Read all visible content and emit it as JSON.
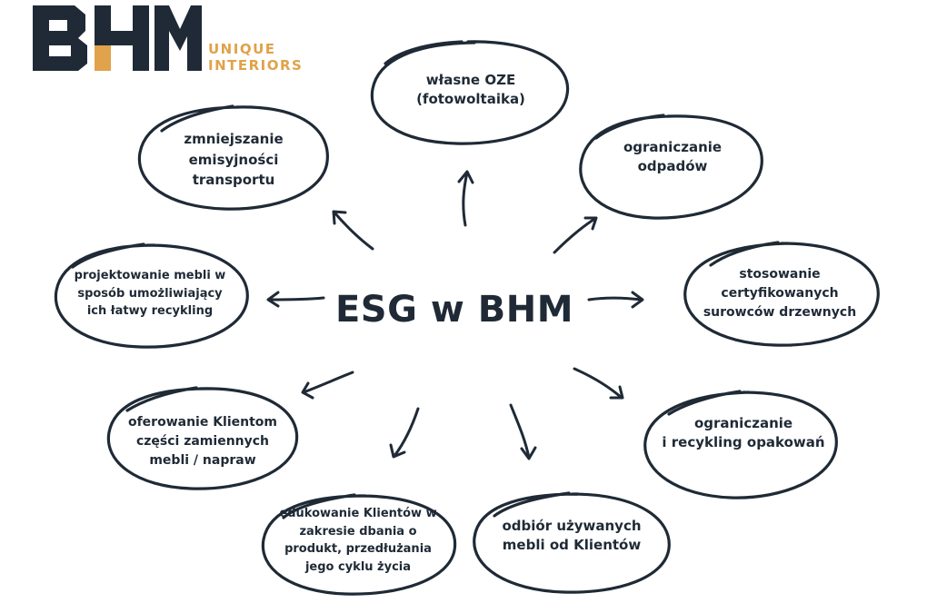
{
  "logo": {
    "letters": "BHM",
    "tagline_line1": "UNIQUE",
    "tagline_line2": "INTERIORS",
    "colors": {
      "dark": "#1f2a36",
      "accent": "#e0a24a"
    }
  },
  "center": {
    "title": "ESG w BHM"
  },
  "nodes": [
    {
      "id": "oze",
      "lines": [
        "własne OZE",
        "(fotowoltaika)"
      ]
    },
    {
      "id": "odpady",
      "lines": [
        "ograniczanie",
        "odpadów"
      ]
    },
    {
      "id": "surowce",
      "lines": [
        "stosowanie",
        "certyfikowanych",
        "surowców drzewnych"
      ]
    },
    {
      "id": "opakowania",
      "lines": [
        "ograniczanie",
        "i recykling opakowań"
      ]
    },
    {
      "id": "odbior",
      "lines": [
        "odbiór używanych",
        "mebli od Klientów"
      ]
    },
    {
      "id": "edukacja",
      "lines": [
        "edukowanie Klientów w",
        "zakresie dbania o",
        "produkt, przedłużania",
        "jego cyklu życia"
      ]
    },
    {
      "id": "czesci",
      "lines": [
        "oferowanie Klientom",
        "części zamiennych",
        "mebli / napraw"
      ]
    },
    {
      "id": "projektowanie",
      "lines": [
        "projektowanie mebli w",
        "sposób umożliwiający",
        "ich łatwy recykling"
      ]
    },
    {
      "id": "transport",
      "lines": [
        "zmniejszanie",
        "emisyjności",
        "transportu"
      ]
    }
  ],
  "colors": {
    "ink": "#1f2a36",
    "background": "#ffffff"
  }
}
